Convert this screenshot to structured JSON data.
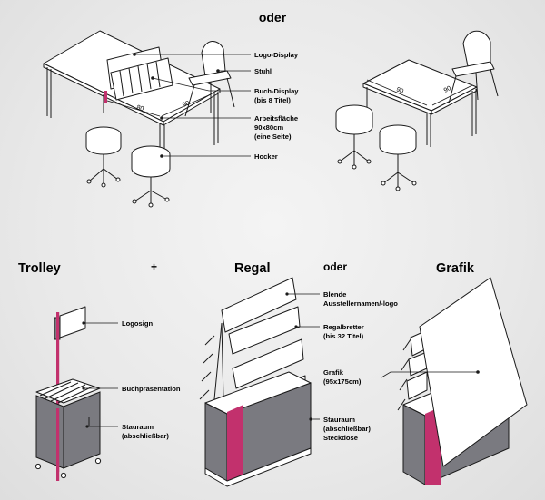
{
  "top": {
    "heading_oder": "oder",
    "labels": {
      "logo_display": "Logo-Display",
      "stuhl": "Stuhl",
      "buch_display": [
        "Buch-Display",
        "(bis 8 Titel)"
      ],
      "arbeitsflaeche": [
        "Arbeitsfläche",
        "90x80cm",
        "(eine Seite)"
      ],
      "hocker": "Hocker"
    },
    "dims": {
      "left_a": "80",
      "left_b": "90",
      "right_a": "90",
      "right_b": "90"
    }
  },
  "bottom": {
    "headings": {
      "trolley": "Trolley",
      "plus": "+",
      "regal": "Regal",
      "oder": "oder",
      "grafik": "Grafik"
    },
    "labels": {
      "logosign": "Logosign",
      "buchpraesentation": "Buchpräsentation",
      "stauraum_trolley": [
        "Stauraum",
        "(abschließbar)"
      ],
      "blende": [
        "Blende",
        "Ausstellernamen/-logo"
      ],
      "regalbretter": [
        "Regalbretter",
        "(bis 32 Titel)"
      ],
      "grafik": [
        "Grafik",
        "(95x175cm)"
      ],
      "stauraum_regal": [
        "Stauraum",
        "(abschließbar)",
        "Steckdose"
      ]
    }
  },
  "colors": {
    "accent": "#c2316d",
    "cabinet": "#7a7a80",
    "line": "#1a1a1a"
  }
}
